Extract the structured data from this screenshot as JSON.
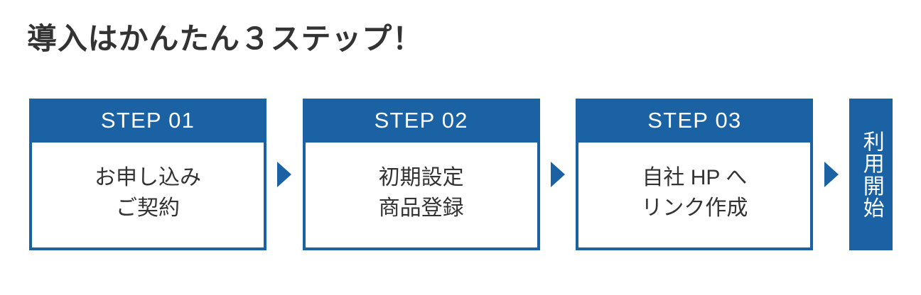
{
  "page": {
    "title": "導入はかんたん３ステップ！",
    "background_color": "#ffffff",
    "accent_color": "#1a62a4",
    "text_color": "#333333"
  },
  "flow": {
    "steps": [
      {
        "head": "STEP 01",
        "line1": "お申し込み",
        "line2": "ご契約"
      },
      {
        "head": "STEP 02",
        "line1": "初期設定",
        "line2": "商品登録"
      },
      {
        "head": "STEP 03",
        "line1": "自社 HP へ",
        "line2": "リンク作成"
      }
    ],
    "arrow_icon": "triangle-right-icon",
    "final": {
      "label": "利用開始"
    }
  }
}
